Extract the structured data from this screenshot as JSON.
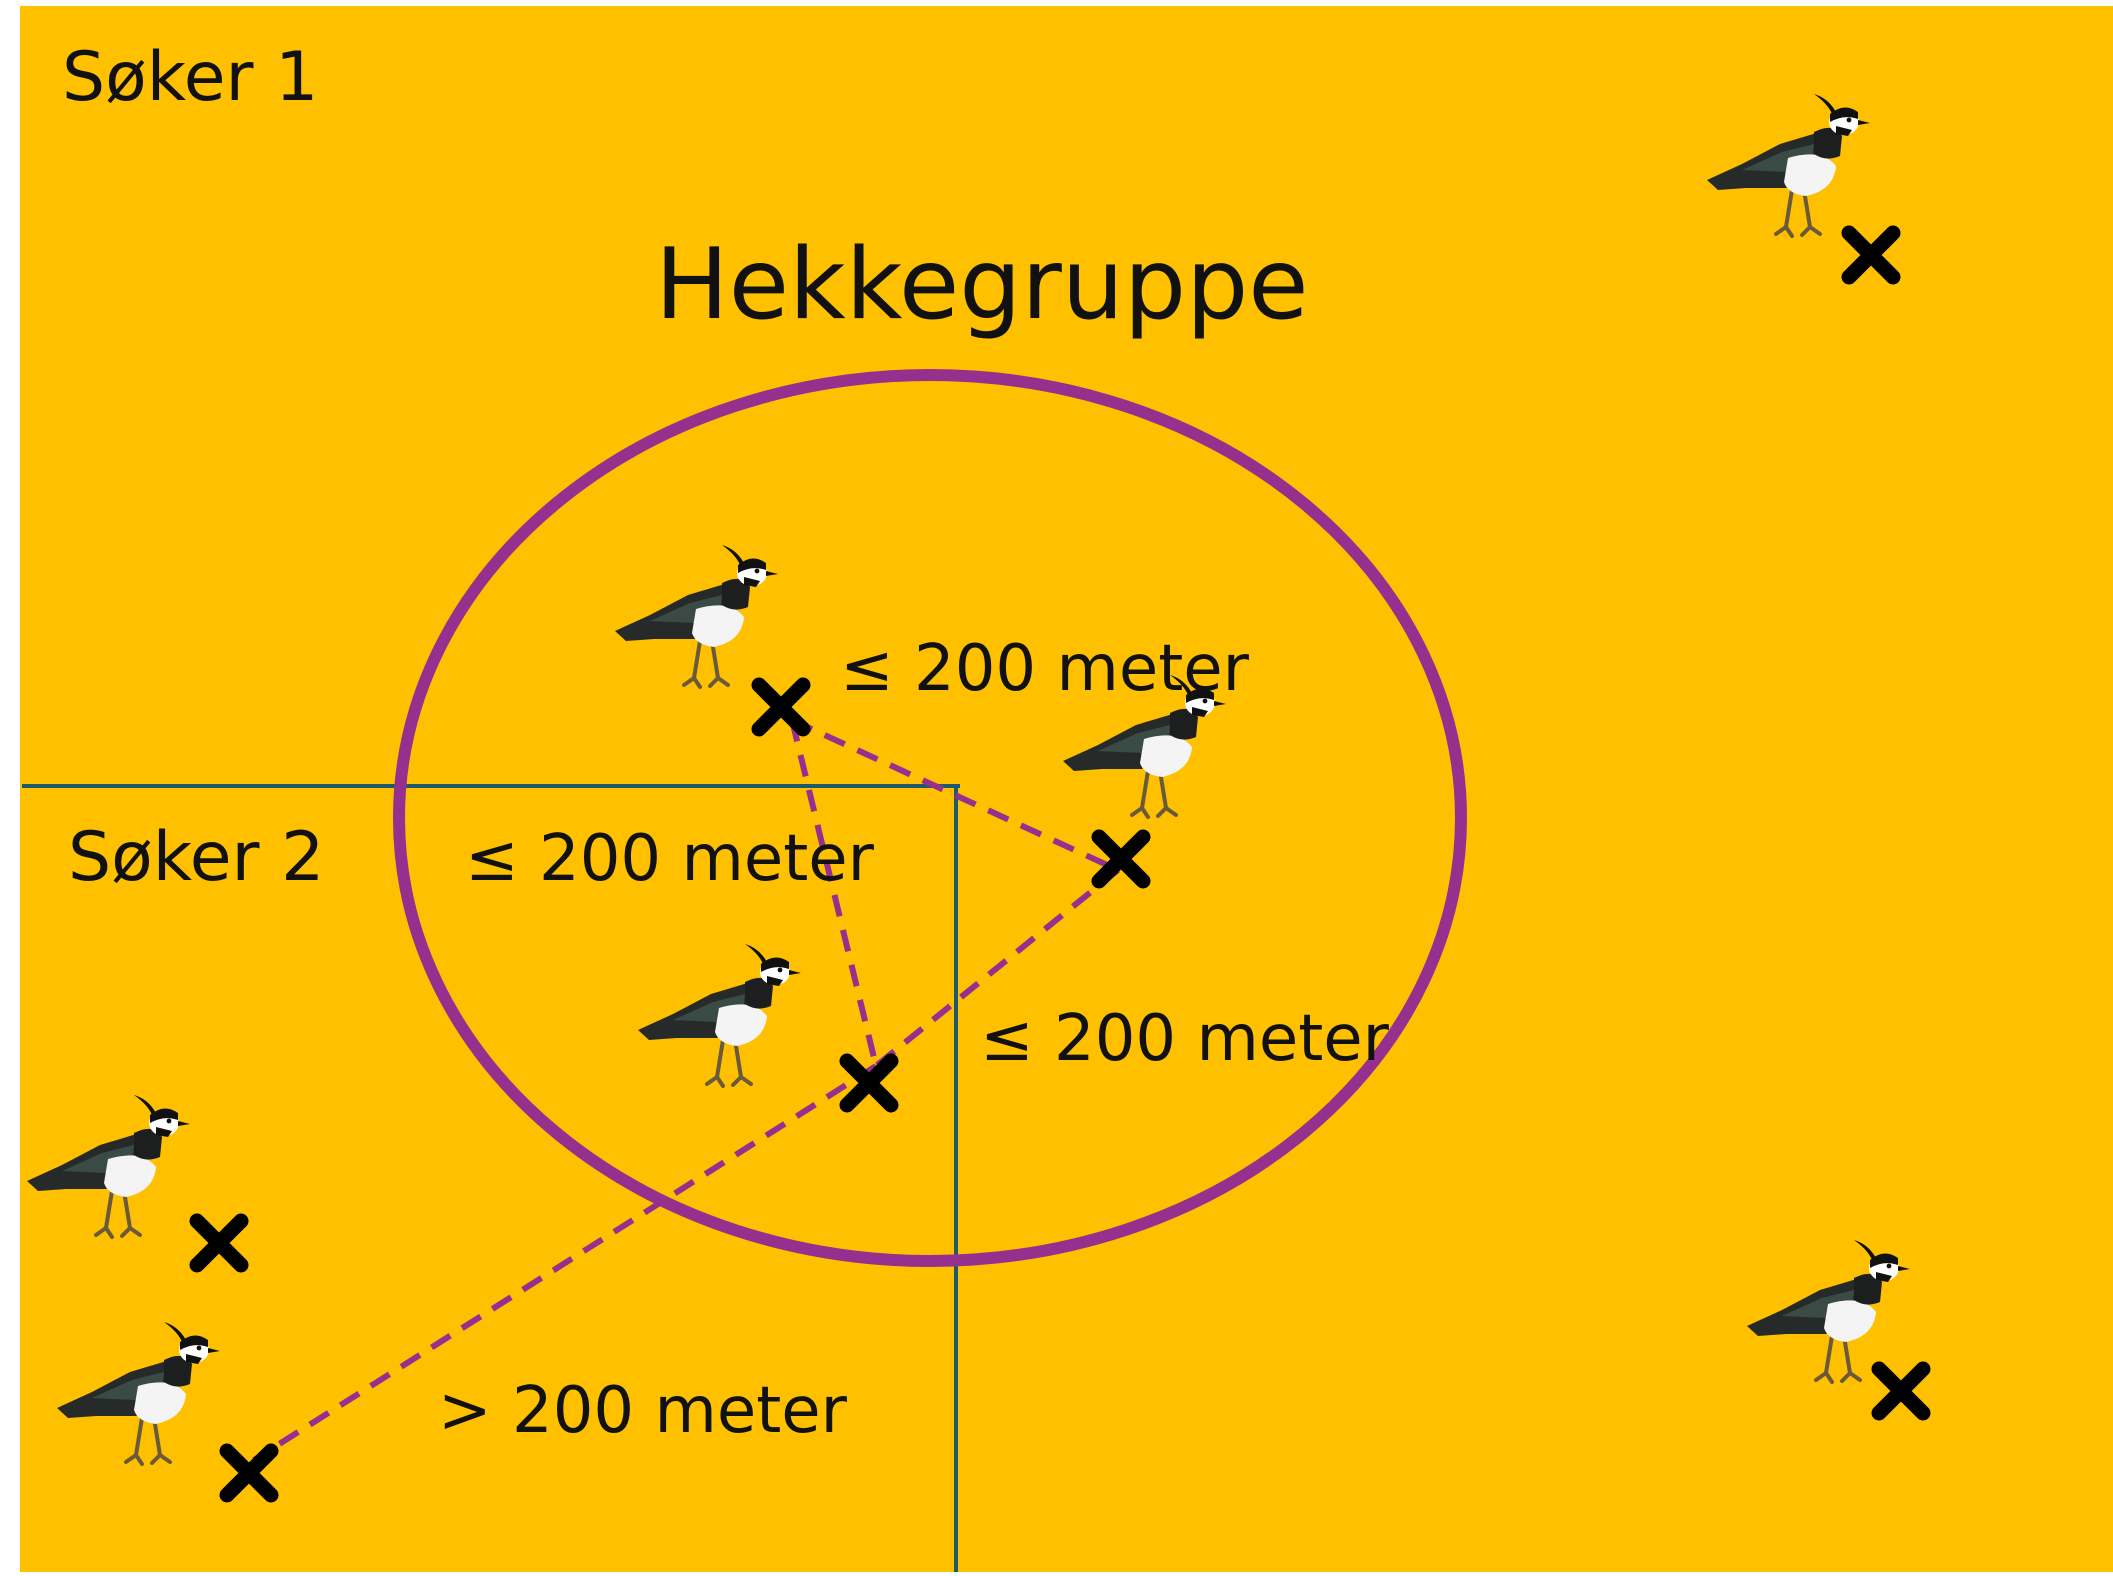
{
  "labels": {
    "searcher1": "Søker 1",
    "searcher2": "Søker 2",
    "group_title": "Hekkegruppe",
    "distance_top": "≤ 200 meter",
    "distance_left": "≤ 200 meter",
    "distance_right": "≤ 200 meter",
    "distance_far": "> 200 meter"
  },
  "icons": {
    "bird": "lapwing-bird-icon",
    "nest": "nest-cross-icon"
  },
  "colors": {
    "background": "#FFC000",
    "group_ring": "#96308F",
    "search_boundary": "#1F5A6B",
    "distance_line": "#96308F",
    "marker": "#000000"
  }
}
